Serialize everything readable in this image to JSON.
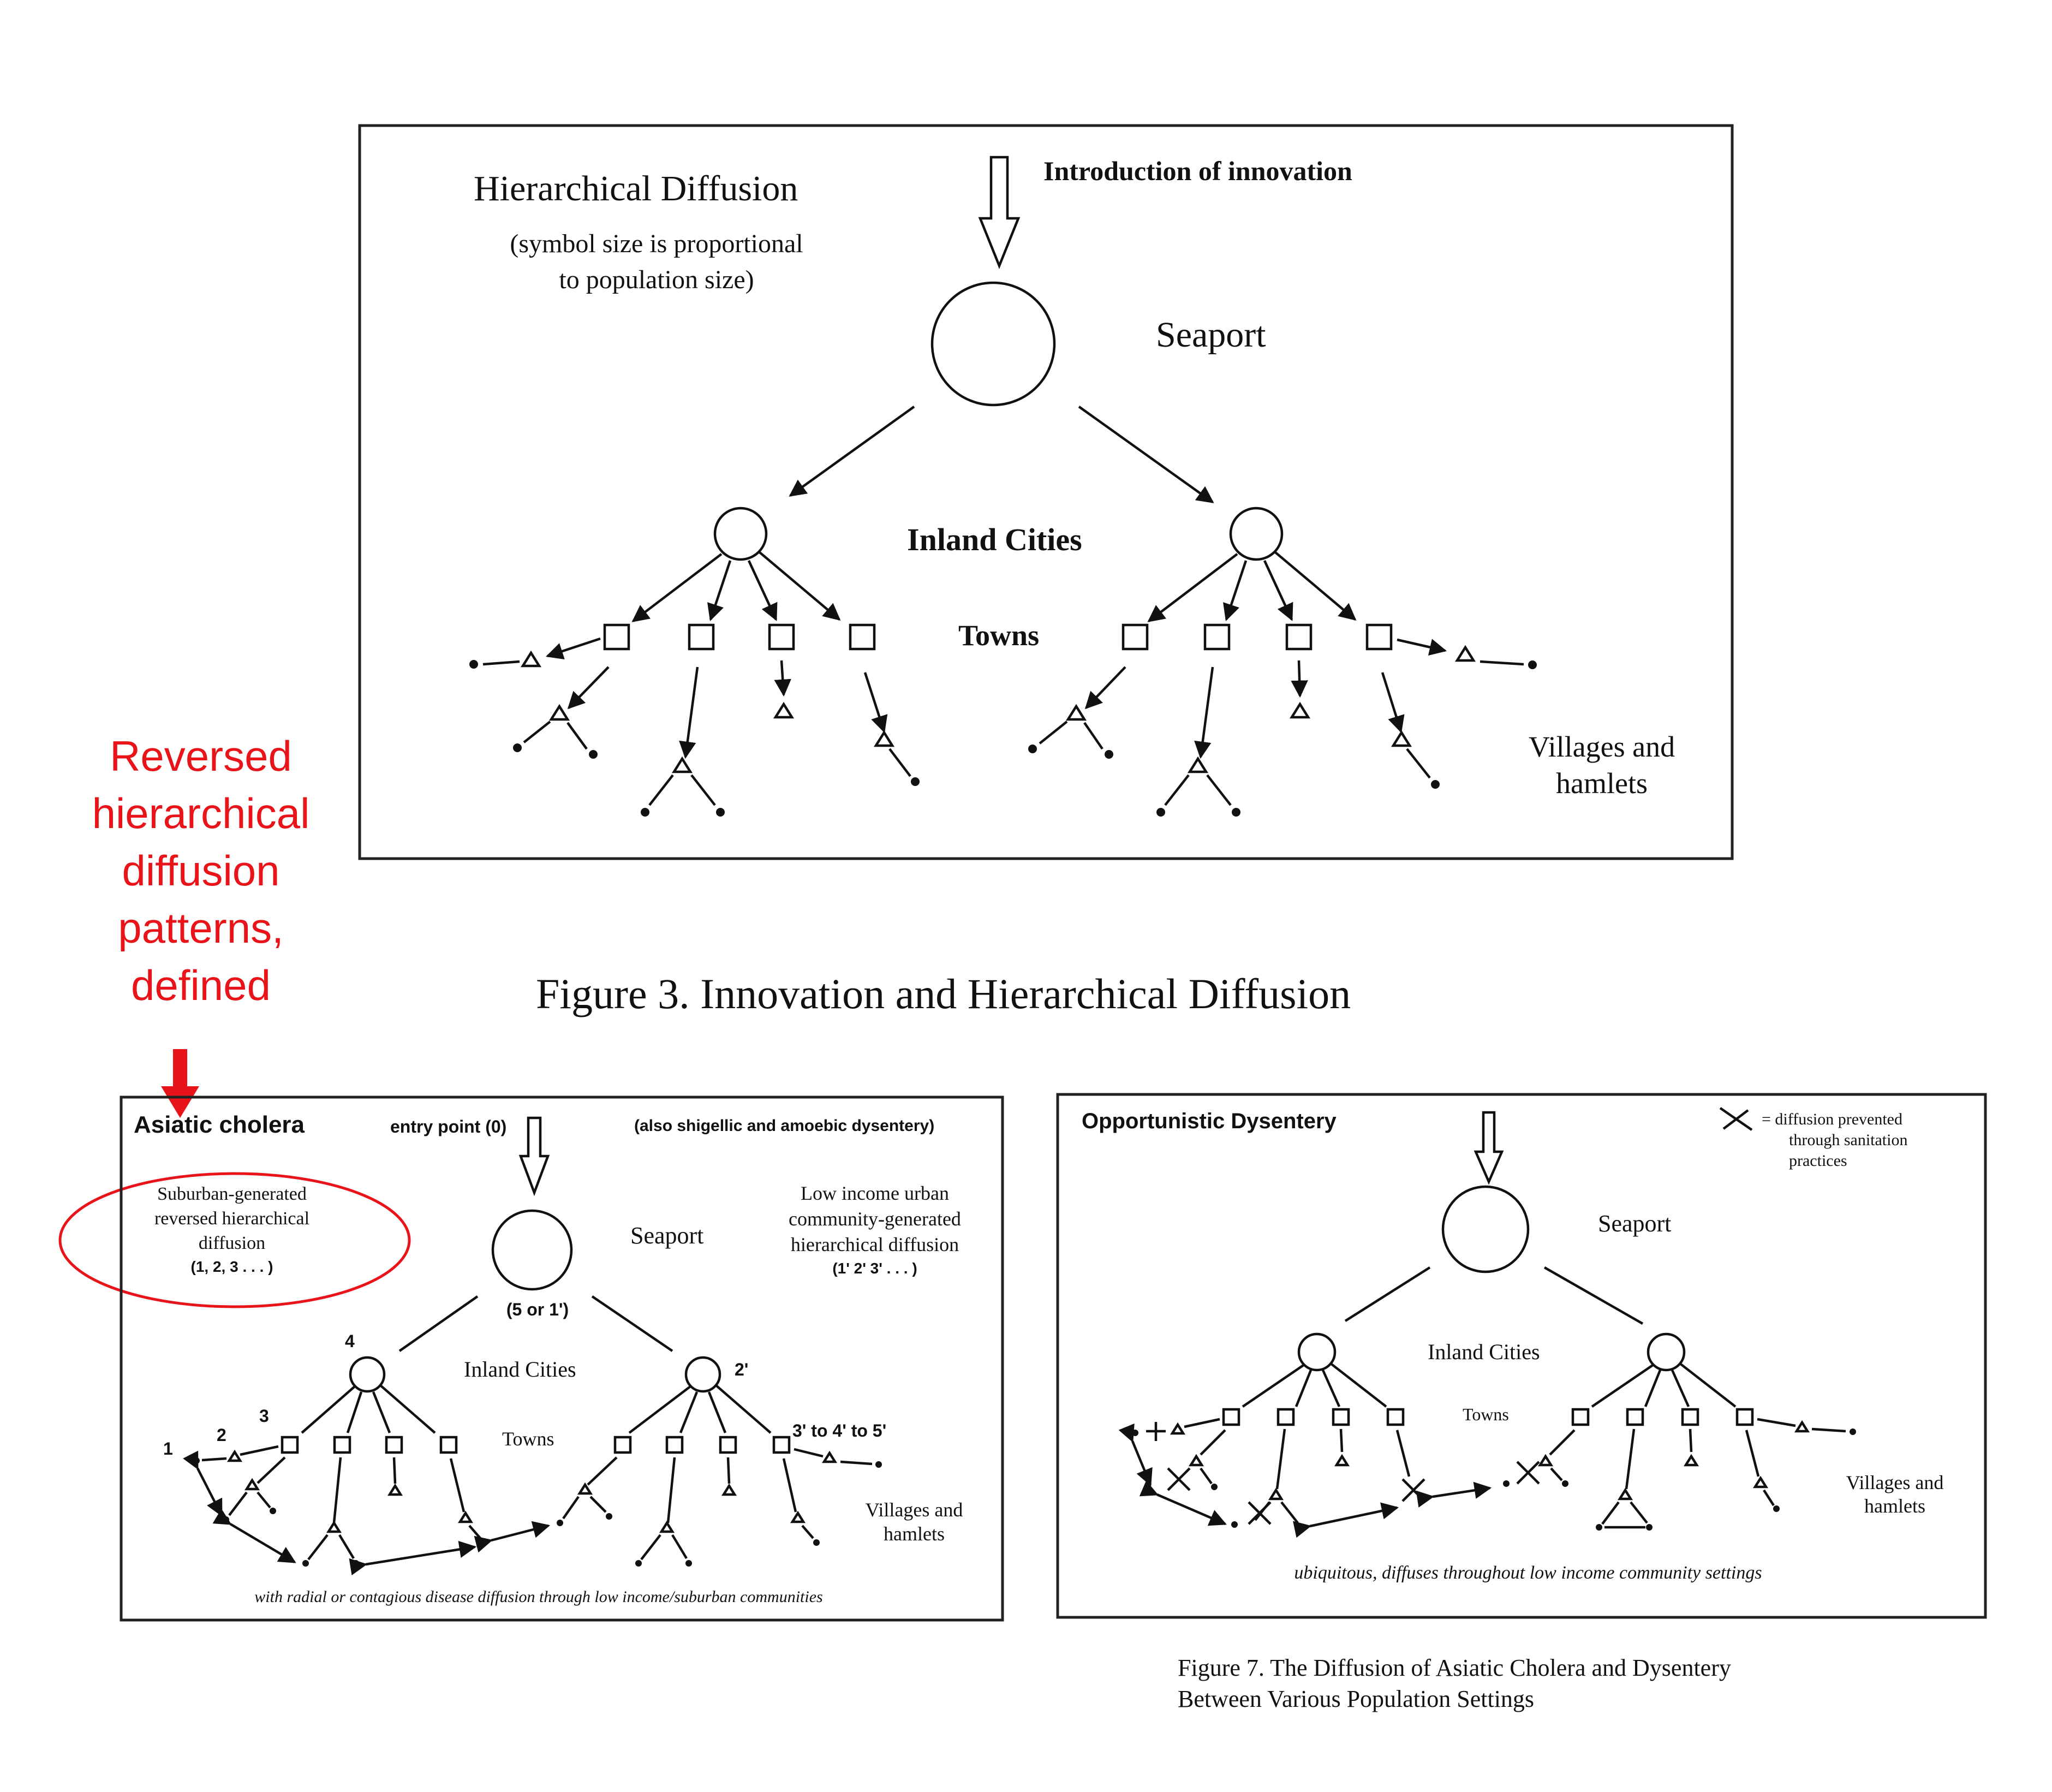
{
  "annotation": {
    "text_lines": [
      "Reversed",
      "hierarchical",
      "diffusion",
      "patterns,",
      "defined"
    ],
    "color": "#e8141a"
  },
  "figure3": {
    "title": "Hierarchical Diffusion",
    "subtitle_lines": [
      "(symbol size is proportional",
      "to population size)"
    ],
    "intro_label": "Introduction of innovation",
    "seaport_label": "Seaport",
    "inland_label": "Inland Cities",
    "towns_label": "Towns",
    "villages_lines": [
      "Villages and",
      "hamlets"
    ],
    "caption": "Figure 3.  Innovation and Hierarchical Diffusion"
  },
  "figure7_left": {
    "title": "Asiatic cholera",
    "entry_label": "entry point  (0)",
    "also_label": "(also shigellic and amoebic dysentery)",
    "suburban_lines": [
      "Suburban-generated",
      "reversed hierarchical",
      "diffusion",
      "(1, 2, 3 . . . )"
    ],
    "lowincome_lines": [
      "Low income urban",
      "community-generated",
      "hierarchical diffusion",
      "(1' 2' 3' . . . )"
    ],
    "seaport_label": "Seaport",
    "five_or_one": "(5 or 1')",
    "inland_label": "Inland Cities",
    "towns_label": "Towns",
    "num_1": "1",
    "num_2": "2",
    "num_3": "3",
    "num_4": "4",
    "num_2p": "2'",
    "sequence": "3'  to 4'  to 5'",
    "villages_lines": [
      "Villages and",
      "hamlets"
    ],
    "footer": "with radial or contagious disease diffusion through low income/suburban communities"
  },
  "figure7_right": {
    "title": "Opportunistic Dysentery",
    "legend_lines": [
      "= diffusion  prevented",
      "through sanitation",
      "practices"
    ],
    "seaport_label": "Seaport",
    "inland_label": "Inland Cities",
    "towns_label": "Towns",
    "villages_lines": [
      "Villages and",
      "hamlets"
    ],
    "footer": "ubiquitous, diffuses throughout low income community settings"
  },
  "figure7_caption_lines": [
    "Figure 7.  The Diffusion of Asiatic Cholera and Dysentery",
    "Between Various Population Settings"
  ]
}
